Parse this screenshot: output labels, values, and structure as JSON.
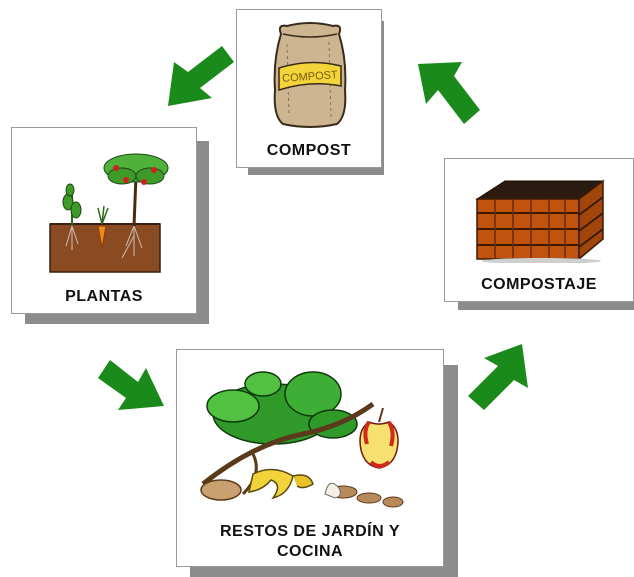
{
  "cycle": {
    "compost": {
      "label": "COMPOST",
      "bag_text": "COMPOST"
    },
    "composting": {
      "label": "COMPOSTAJE"
    },
    "waste": {
      "label_line1": "RESTOS DE JARDÍN Y",
      "label_line2": "COCINA"
    },
    "plants": {
      "label": "PLANTAS"
    }
  },
  "colors": {
    "arrow": "#1a8a1a",
    "shadow": "#8c8c8c",
    "soil": "#8a4a22",
    "bin": "#c0540f",
    "leaves": "#2f9a2a"
  },
  "icons": {
    "compost": "compost-bag-icon",
    "composting": "compost-bin-icon",
    "waste": "garden-kitchen-waste-icon",
    "plants": "growing-plants-icon"
  }
}
